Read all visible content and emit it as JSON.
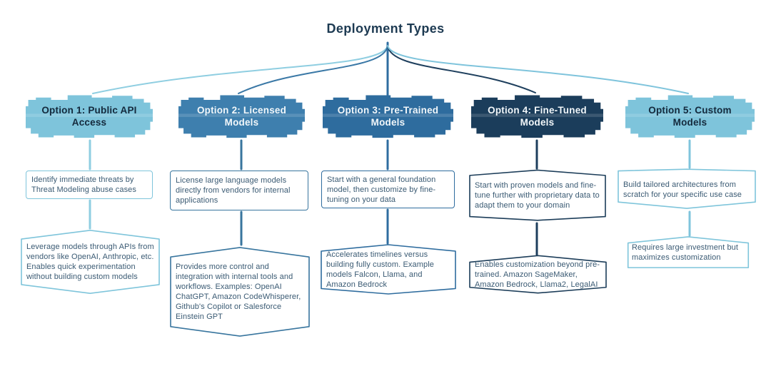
{
  "title": "Deployment Types",
  "colors": {
    "light_blue": "#7EC4DB",
    "steel_blue": "#3E7FAE",
    "medium_blue": "#2E6C9E",
    "dark_navy": "#1B3D5B",
    "title_text": "#1D3A52",
    "body_text": "#3A5A73",
    "background": "#FFFFFF"
  },
  "options": [
    {
      "label": "Option 1:  Public API Access",
      "header_fill": "#7EC4DB",
      "header_text_color": "#14293C",
      "accent": "#7FC5DB",
      "boxes": [
        "Identify immediate threats by Threat Modeling abuse cases",
        "Leverage models through APIs from vendors like OpenAI, Anthropic, etc. Enables quick experimentation without building custom models"
      ]
    },
    {
      "label": "Option 2:  Licensed Models",
      "header_fill": "#3E7FAE",
      "header_text_color": "#F2F7FA",
      "accent": "#38759E",
      "boxes": [
        "License large language models directly from vendors for internal applications",
        "Provides more control and integration with internal tools and workflows. Examples: OpenAI ChatGPT, Amazon CodeWhisperer, Github's Copilot or Salesforce Einstein GPT"
      ]
    },
    {
      "label": "Option 3:  Pre-Trained Models",
      "header_fill": "#2E6C9E",
      "header_text_color": "#F2F7FA",
      "accent": "#2E6C9E",
      "boxes": [
        "Start with a general foundation model, then customize by fine-tuning on your data",
        "Accelerates timelines versus building fully custom. Example models  Falcon, Llama, and Amazon Bedrock"
      ]
    },
    {
      "label": "Option 4:  Fine-Tuned Models",
      "header_fill": "#1B3D5B",
      "header_text_color": "#F2F7FA",
      "accent": "#1C3D59",
      "boxes": [
        "Start with proven models and fine-tune further with proprietary data to adapt them to your domain",
        "Enables customization beyond pre-trained. Amazon SageMaker, Amazon Bedrock, Llama2, LegalAI"
      ]
    },
    {
      "label": "Option 5: Custom Models",
      "header_fill": "#7EC4DB",
      "header_text_color": "#14293C",
      "accent": "#7FC5DB",
      "boxes": [
        "Build tailored architectures from scratch for your specific use case",
        "Requires large investment but maximizes customization"
      ]
    }
  ]
}
